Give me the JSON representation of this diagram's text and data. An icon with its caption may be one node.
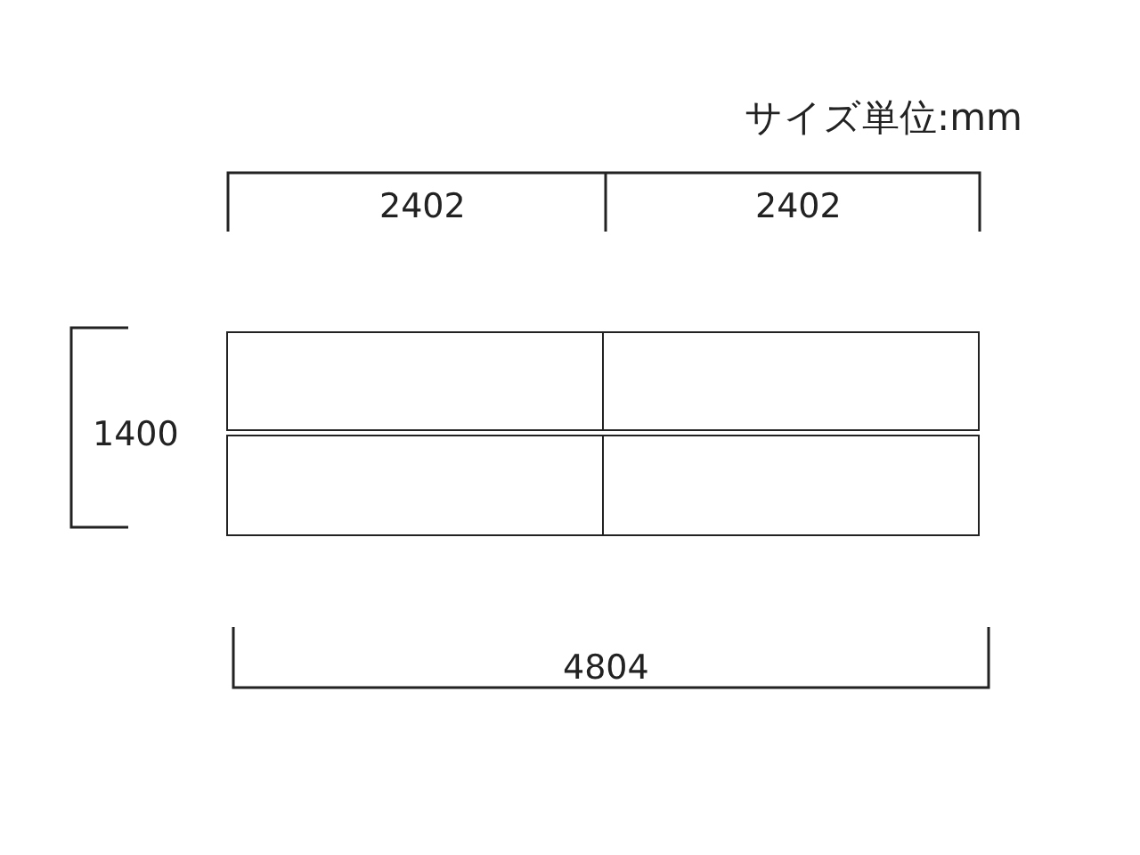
{
  "diagram": {
    "nodes": [
      {
        "text": [],
        "shape": "box"
      },
      {
        "text": [],
        "shape": "box"
      },
      {
        "text": [],
        "shape": "box"
      },
      {
        "text": [],
        "shape": "box"
      }
    ],
    "labels": [
      "サイズ単位:mm",
      "2402",
      "2402",
      "1400",
      "4804"
    ]
  }
}
